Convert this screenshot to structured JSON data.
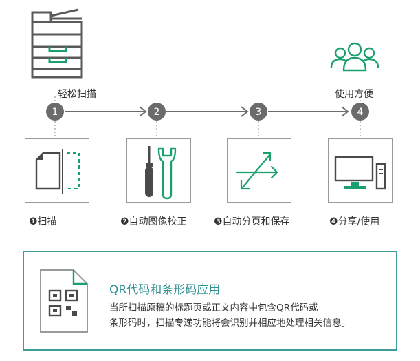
{
  "colors": {
    "accent_green": "#1aa06d",
    "dark_gray": "#6b6b6b",
    "icon_gray": "#4a4a4a",
    "teal_border": "#3d9b9c",
    "teal_text": "#2e8f93"
  },
  "top_labels": {
    "scan": "轻松扫描",
    "use": "使用方便"
  },
  "steps": [
    {
      "number": "1",
      "label": "❶扫描",
      "icon": "scan-document-icon"
    },
    {
      "number": "2",
      "label": "❷自动图像校正",
      "icon": "tools-icon"
    },
    {
      "number": "3",
      "label": "❸自动分页和保存",
      "icon": "split-arrows-icon"
    },
    {
      "number": "4",
      "label": "❹分享/使用",
      "icon": "desktop-computer-icon"
    }
  ],
  "feature": {
    "title": "QR代码和条形码应用",
    "desc_line1": "当所扫描原稿的标题页或正文内容中包含QR代码或",
    "desc_line2": "条形码时，扫描专递功能将会识别并相应地处理相关信息。",
    "icon": "qr-document-icon"
  }
}
